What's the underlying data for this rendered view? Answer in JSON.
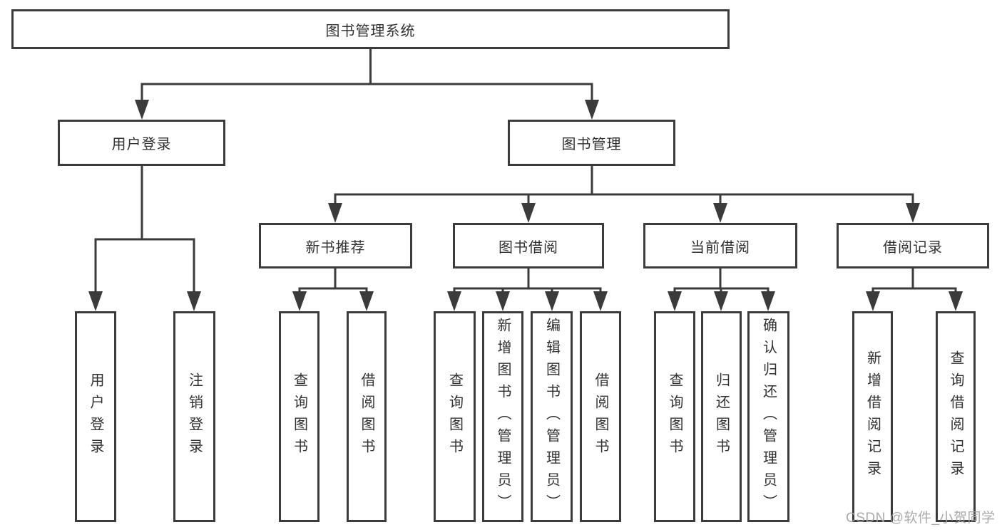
{
  "tree": {
    "label": "图书管理系统",
    "children": [
      {
        "label": "用户登录",
        "children": [
          {
            "label": "用户登录"
          },
          {
            "label": "注销登录"
          }
        ]
      },
      {
        "label": "图书管理",
        "children": [
          {
            "label": "新书推荐",
            "children": [
              {
                "label": "查询图书"
              },
              {
                "label": "借阅图书"
              }
            ]
          },
          {
            "label": "图书借阅",
            "children": [
              {
                "label": "查询图书"
              },
              {
                "label": "新增图书（管理员）"
              },
              {
                "label": "编辑图书（管理员）"
              },
              {
                "label": "借阅图书"
              }
            ]
          },
          {
            "label": "当前借阅",
            "children": [
              {
                "label": "查询图书"
              },
              {
                "label": "归还图书"
              },
              {
                "label": "确认归还（管理员）"
              }
            ]
          },
          {
            "label": "借阅记录",
            "children": [
              {
                "label": "新增借阅记录"
              },
              {
                "label": "查询借阅记录"
              }
            ]
          }
        ]
      }
    ]
  },
  "watermark": {
    "text": "CSDN @软件_小贺同学"
  },
  "colors": {
    "line": "#3b3b3b",
    "text": "#303030",
    "watermark": "#a3a3a3",
    "background": "#ffffff"
  }
}
